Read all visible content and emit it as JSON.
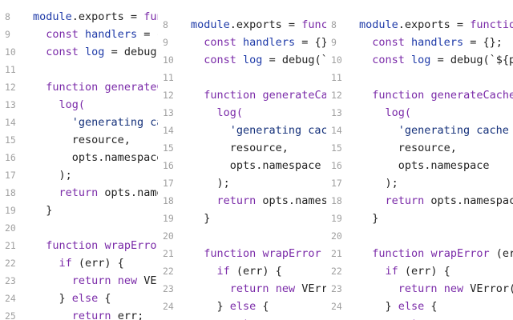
{
  "line_numbers": [
    "8",
    "9",
    "10",
    "11",
    "12",
    "13",
    "14",
    "15",
    "16",
    "17",
    "18",
    "19",
    "20",
    "21",
    "22",
    "23",
    "24",
    "25"
  ],
  "panes": [
    {
      "lines": [
        [
          {
            "t": "module",
            "c": "id"
          },
          {
            "t": ".exports = ",
            "c": "txt"
          },
          {
            "t": "functi",
            "c": "kw"
          }
        ],
        [
          {
            "t": "  ",
            "c": "txt"
          },
          {
            "t": "const",
            "c": "kw"
          },
          {
            "t": " ",
            "c": "txt"
          },
          {
            "t": "handlers",
            "c": "id"
          },
          {
            "t": " = {};",
            "c": "txt"
          }
        ],
        [
          {
            "t": "  ",
            "c": "txt"
          },
          {
            "t": "const",
            "c": "kw"
          },
          {
            "t": " ",
            "c": "txt"
          },
          {
            "t": "log",
            "c": "id"
          },
          {
            "t": " = debug(`${",
            "c": "txt"
          }
        ],
        [],
        [
          {
            "t": "  ",
            "c": "txt"
          },
          {
            "t": "function",
            "c": "kw"
          },
          {
            "t": " ",
            "c": "txt"
          },
          {
            "t": "generateCac",
            "c": "fn"
          }
        ],
        [
          {
            "t": "    log(",
            "c": "kw"
          }
        ],
        [
          {
            "t": "      'generating cache",
            "c": "str"
          }
        ],
        [
          {
            "t": "      resource,",
            "c": "txt"
          }
        ],
        [
          {
            "t": "      opts.namespace",
            "c": "txt"
          }
        ],
        [
          {
            "t": "    );",
            "c": "txt"
          }
        ],
        [
          {
            "t": "    ",
            "c": "txt"
          },
          {
            "t": "return",
            "c": "kw"
          },
          {
            "t": " opts.namesp",
            "c": "txt"
          }
        ],
        [
          {
            "t": "  }",
            "c": "txt"
          }
        ],
        [],
        [
          {
            "t": "  ",
            "c": "txt"
          },
          {
            "t": "function",
            "c": "kw"
          },
          {
            "t": " ",
            "c": "txt"
          },
          {
            "t": "wrapError",
            "c": "fn"
          },
          {
            "t": " (",
            "c": "txt"
          }
        ],
        [
          {
            "t": "    ",
            "c": "txt"
          },
          {
            "t": "if",
            "c": "kw"
          },
          {
            "t": " (err) {",
            "c": "txt"
          }
        ],
        [
          {
            "t": "      ",
            "c": "txt"
          },
          {
            "t": "return",
            "c": "kw"
          },
          {
            "t": " ",
            "c": "txt"
          },
          {
            "t": "new",
            "c": "kw"
          },
          {
            "t": " VErro",
            "c": "txt"
          }
        ],
        [
          {
            "t": "    } ",
            "c": "txt"
          },
          {
            "t": "else",
            "c": "kw"
          },
          {
            "t": " {",
            "c": "txt"
          }
        ],
        [
          {
            "t": "      ",
            "c": "txt"
          },
          {
            "t": "return",
            "c": "kw"
          },
          {
            "t": " err;",
            "c": "txt"
          }
        ]
      ]
    },
    {
      "lines": [
        [
          {
            "t": "module",
            "c": "id"
          },
          {
            "t": ".exports = ",
            "c": "txt"
          },
          {
            "t": "functi",
            "c": "kw"
          }
        ],
        [
          {
            "t": "  ",
            "c": "txt"
          },
          {
            "t": "const",
            "c": "kw"
          },
          {
            "t": " ",
            "c": "txt"
          },
          {
            "t": "handlers",
            "c": "id"
          },
          {
            "t": " = {};",
            "c": "txt"
          }
        ],
        [
          {
            "t": "  ",
            "c": "txt"
          },
          {
            "t": "const",
            "c": "kw"
          },
          {
            "t": " ",
            "c": "txt"
          },
          {
            "t": "log",
            "c": "id"
          },
          {
            "t": " = debug(`${",
            "c": "txt"
          }
        ],
        [],
        [
          {
            "t": "  ",
            "c": "txt"
          },
          {
            "t": "function",
            "c": "kw"
          },
          {
            "t": " ",
            "c": "txt"
          },
          {
            "t": "generateCach",
            "c": "fn"
          }
        ],
        [
          {
            "t": "    log(",
            "c": "kw"
          }
        ],
        [
          {
            "t": "      'generating cache",
            "c": "str"
          }
        ],
        [
          {
            "t": "      resource,",
            "c": "txt"
          }
        ],
        [
          {
            "t": "      opts.namespace",
            "c": "txt"
          }
        ],
        [
          {
            "t": "    );",
            "c": "txt"
          }
        ],
        [
          {
            "t": "    ",
            "c": "txt"
          },
          {
            "t": "return",
            "c": "kw"
          },
          {
            "t": " opts.namespa",
            "c": "txt"
          }
        ],
        [
          {
            "t": "  }",
            "c": "txt"
          }
        ],
        [],
        [
          {
            "t": "  ",
            "c": "txt"
          },
          {
            "t": "function",
            "c": "kw"
          },
          {
            "t": " ",
            "c": "txt"
          },
          {
            "t": "wrapError",
            "c": "fn"
          },
          {
            "t": " (e",
            "c": "txt"
          }
        ],
        [
          {
            "t": "    ",
            "c": "txt"
          },
          {
            "t": "if",
            "c": "kw"
          },
          {
            "t": " (err) {",
            "c": "txt"
          }
        ],
        [
          {
            "t": "      ",
            "c": "txt"
          },
          {
            "t": "return",
            "c": "kw"
          },
          {
            "t": " ",
            "c": "txt"
          },
          {
            "t": "new",
            "c": "kw"
          },
          {
            "t": " VError",
            "c": "txt"
          }
        ],
        [
          {
            "t": "    } ",
            "c": "txt"
          },
          {
            "t": "else",
            "c": "kw"
          },
          {
            "t": " {",
            "c": "txt"
          }
        ],
        [
          {
            "t": "      ",
            "c": "txt"
          },
          {
            "t": "return",
            "c": "kw"
          },
          {
            "t": " err;",
            "c": "txt"
          }
        ]
      ]
    },
    {
      "lines": [
        [
          {
            "t": "module",
            "c": "id"
          },
          {
            "t": ".exports = ",
            "c": "txt"
          },
          {
            "t": "function",
            "c": "kw"
          },
          {
            "t": " (",
            "c": "txt"
          }
        ],
        [
          {
            "t": "  ",
            "c": "txt"
          },
          {
            "t": "const",
            "c": "kw"
          },
          {
            "t": " ",
            "c": "txt"
          },
          {
            "t": "handlers",
            "c": "id"
          },
          {
            "t": " = {};",
            "c": "txt"
          }
        ],
        [
          {
            "t": "  ",
            "c": "txt"
          },
          {
            "t": "const",
            "c": "kw"
          },
          {
            "t": " ",
            "c": "txt"
          },
          {
            "t": "log",
            "c": "id"
          },
          {
            "t": " = debug(`${pkg",
            "c": "txt"
          }
        ],
        [],
        [
          {
            "t": "  ",
            "c": "txt"
          },
          {
            "t": "function",
            "c": "kw"
          },
          {
            "t": " ",
            "c": "txt"
          },
          {
            "t": "generateCacheKe",
            "c": "fn"
          }
        ],
        [
          {
            "t": "    log(",
            "c": "kw"
          }
        ],
        [
          {
            "t": "      'generating cache ke",
            "c": "str"
          }
        ],
        [
          {
            "t": "      resource,",
            "c": "txt"
          }
        ],
        [
          {
            "t": "      opts.namespace",
            "c": "txt"
          }
        ],
        [
          {
            "t": "    );",
            "c": "txt"
          }
        ],
        [
          {
            "t": "    ",
            "c": "txt"
          },
          {
            "t": "return",
            "c": "kw"
          },
          {
            "t": " opts.namespace",
            "c": "txt"
          }
        ],
        [
          {
            "t": "  }",
            "c": "txt"
          }
        ],
        [],
        [
          {
            "t": "  ",
            "c": "txt"
          },
          {
            "t": "function",
            "c": "kw"
          },
          {
            "t": " ",
            "c": "txt"
          },
          {
            "t": "wrapError",
            "c": "fn"
          },
          {
            "t": " (err,",
            "c": "txt"
          }
        ],
        [
          {
            "t": "    ",
            "c": "txt"
          },
          {
            "t": "if",
            "c": "kw"
          },
          {
            "t": " (err) {",
            "c": "txt"
          }
        ],
        [
          {
            "t": "      ",
            "c": "txt"
          },
          {
            "t": "return",
            "c": "kw"
          },
          {
            "t": " ",
            "c": "txt"
          },
          {
            "t": "new",
            "c": "kw"
          },
          {
            "t": " VError(e",
            "c": "txt"
          }
        ],
        [
          {
            "t": "    } ",
            "c": "txt"
          },
          {
            "t": "else",
            "c": "kw"
          },
          {
            "t": " {",
            "c": "txt"
          }
        ],
        [
          {
            "t": "      ",
            "c": "txt"
          },
          {
            "t": "return",
            "c": "kw"
          },
          {
            "t": " err;",
            "c": "txt"
          }
        ]
      ]
    }
  ]
}
